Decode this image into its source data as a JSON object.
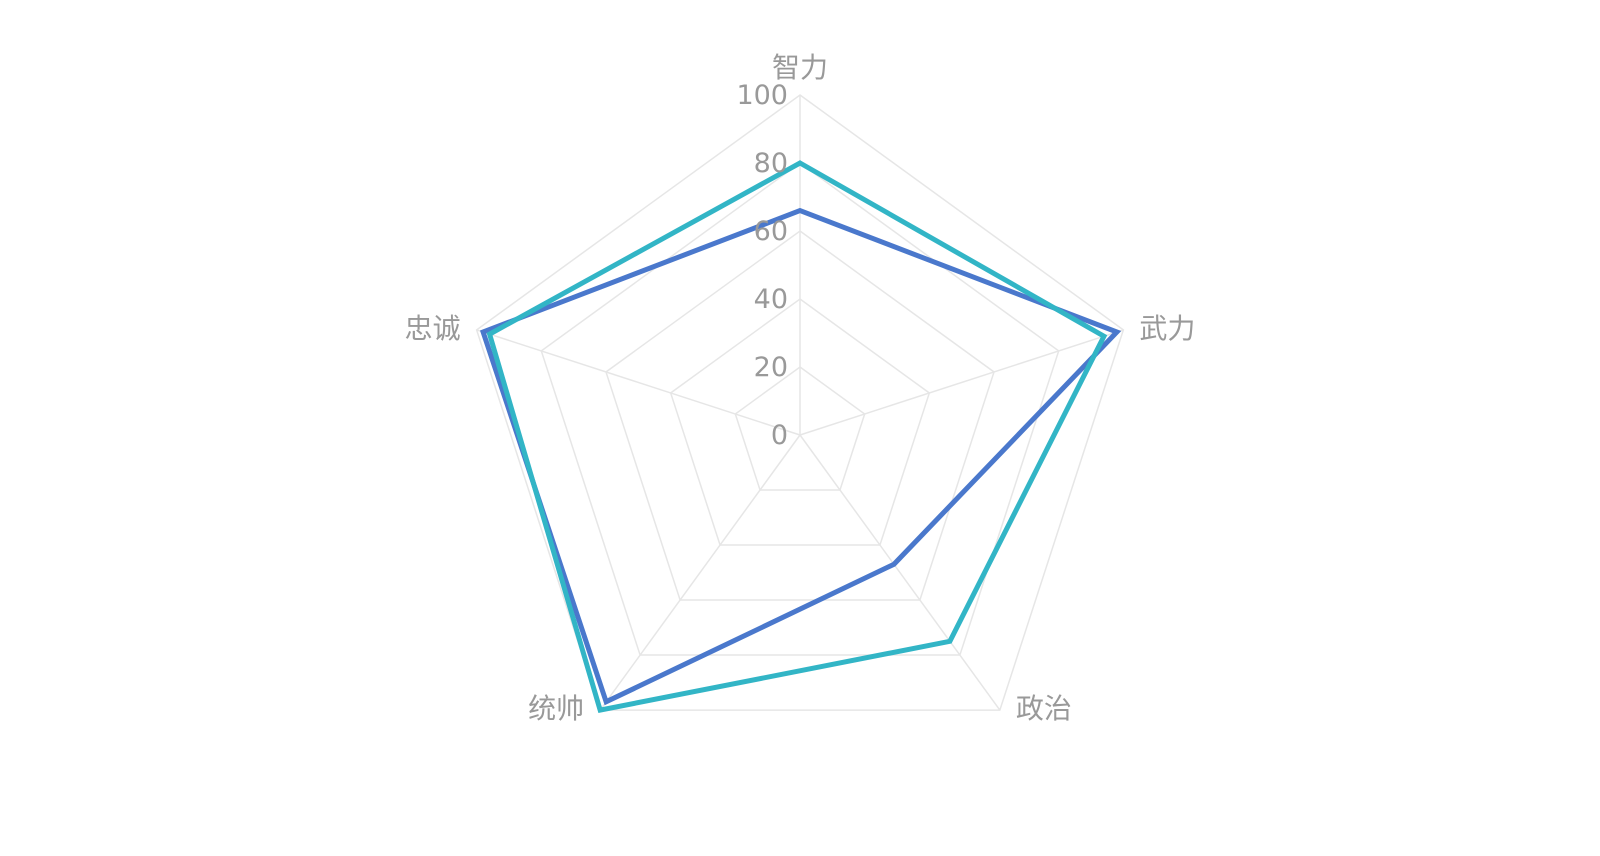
{
  "chart_data": {
    "type": "radar",
    "title": "",
    "indicators": [
      "智力",
      "武力",
      "政治",
      "统帅",
      "忠诚"
    ],
    "max": 100,
    "ticks": [
      "0",
      "20",
      "40",
      "60",
      "80",
      "100"
    ],
    "grid": true,
    "series": [
      {
        "values": [
          66,
          98,
          47,
          97,
          98
        ],
        "color": "#4A78CC"
      },
      {
        "values": [
          80,
          94,
          75,
          100,
          96
        ],
        "color": "#32B5C6"
      }
    ]
  },
  "colors": {
    "grid": "#e6e6e6",
    "label": "#999999",
    "background": "#ffffff"
  }
}
